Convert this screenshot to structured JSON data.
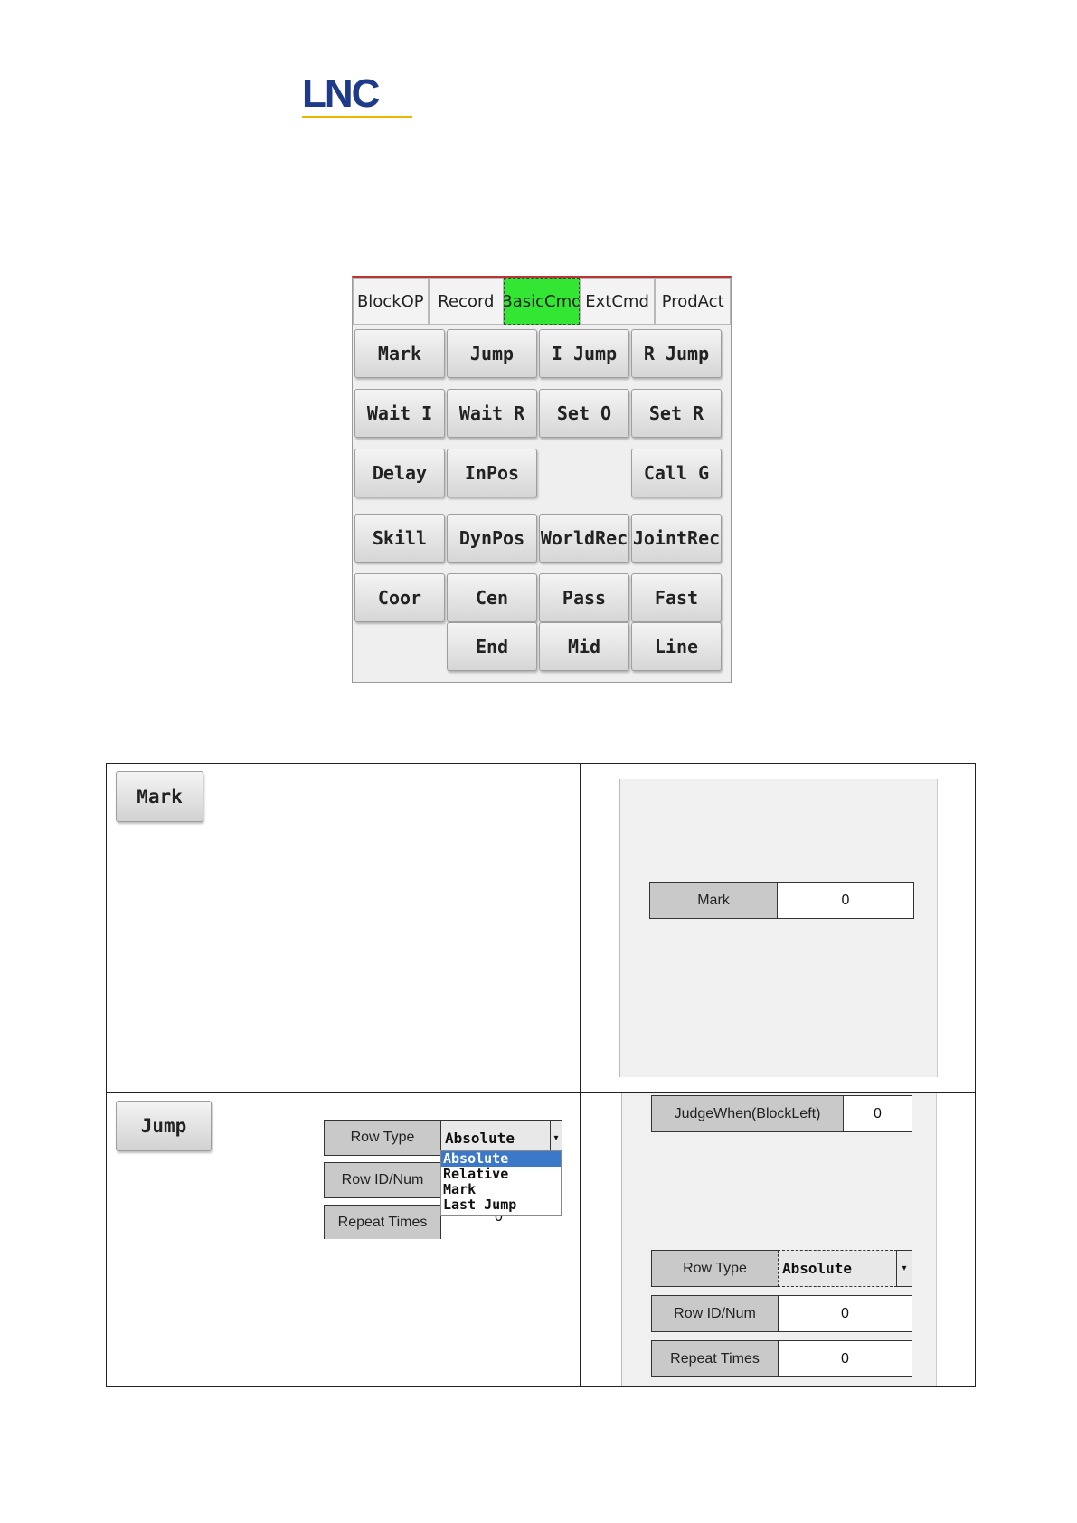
{
  "logo": {
    "text": "LNC"
  },
  "panel": {
    "tabs": [
      {
        "label": "BlockOP"
      },
      {
        "label": "Record"
      },
      {
        "label": "BasicCmd"
      },
      {
        "label": "ExtCmd"
      },
      {
        "label": "ProdAct"
      }
    ],
    "active_tab": "BasicCmd",
    "active_color": "#33e633",
    "buttons": {
      "mark": "Mark",
      "jump": "Jump",
      "i_jump": "I Jump",
      "r_jump": "R Jump",
      "wait_i": "Wait I",
      "wait_r": "Wait R",
      "set_o": "Set O",
      "set_r": "Set R",
      "delay": "Delay",
      "inpos": "InPos",
      "call_g": "Call G",
      "skill": "Skill",
      "dynpos": "DynPos",
      "worldrec": "WorldRec",
      "jointrec": "JointRec",
      "coor": "Coor",
      "cen": "Cen",
      "pass": "Pass",
      "fast": "Fast",
      "end": "End",
      "mid": "Mid",
      "line": "Line"
    }
  },
  "table": {
    "row_mark": {
      "button_label": "Mark",
      "param_label": "Mark",
      "param_value": "0"
    },
    "row_jump": {
      "button_label": "Jump",
      "popup": {
        "row_type_label": "Row Type",
        "row_type_value": "Absolute",
        "row_id_label": "Row ID/Num",
        "repeat_label": "Repeat Times",
        "repeat_value_partial": "0",
        "options": [
          "Absolute",
          "Relative",
          "Mark",
          "Last Jump"
        ],
        "selected_option": "Absolute"
      },
      "right": {
        "judge_label": "JudgeWhen(BlockLeft)",
        "judge_value": "0",
        "row_type_label": "Row Type",
        "row_type_value": "Absolute",
        "row_id_label": "Row ID/Num",
        "row_id_value": "0",
        "repeat_label": "Repeat Times",
        "repeat_value": "0"
      }
    }
  }
}
